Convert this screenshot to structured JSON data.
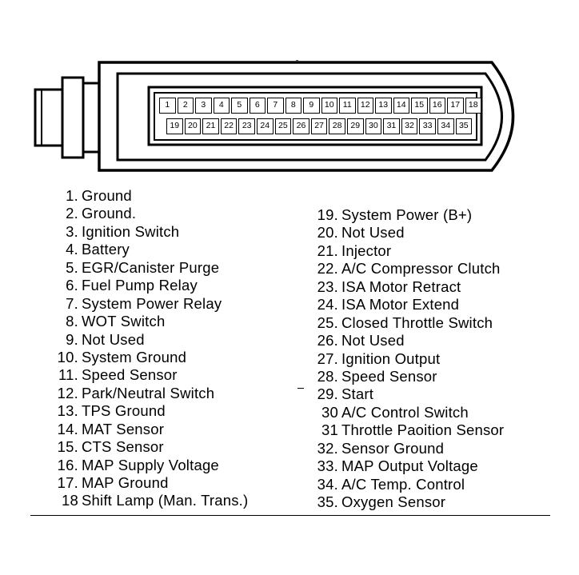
{
  "connector": {
    "top_row_pins": [
      "1",
      "2",
      "3",
      "4",
      "5",
      "6",
      "7",
      "8",
      "9",
      "10",
      "11",
      "12",
      "13",
      "14",
      "15",
      "16",
      "17",
      "18"
    ],
    "bottom_row_pins": [
      "19",
      "20",
      "21",
      "22",
      "23",
      "24",
      "25",
      "26",
      "27",
      "28",
      "29",
      "30",
      "31",
      "32",
      "33",
      "34",
      "35"
    ]
  },
  "legend": {
    "left": [
      {
        "num": "1.",
        "label": "Ground"
      },
      {
        "num": "2.",
        "label": "Ground."
      },
      {
        "num": "3.",
        "label": "Ignition Switch"
      },
      {
        "num": "4.",
        "label": "Battery"
      },
      {
        "num": "5.",
        "label": "EGR/Canister Purge"
      },
      {
        "num": "6.",
        "label": "Fuel Pump Relay"
      },
      {
        "num": "7.",
        "label": "System Power Relay"
      },
      {
        "num": "8.",
        "label": "WOT Switch"
      },
      {
        "num": "9.",
        "label": "Not Used"
      },
      {
        "num": "10.",
        "label": "System Ground"
      },
      {
        "num": "11.",
        "label": "Speed Sensor"
      },
      {
        "num": "12.",
        "label": "Park/Neutral Switch"
      },
      {
        "num": "13.",
        "label": "TPS Ground"
      },
      {
        "num": "14.",
        "label": "MAT Sensor"
      },
      {
        "num": "15.",
        "label": "CTS Sensor"
      },
      {
        "num": "16.",
        "label": "MAP Supply Voltage"
      },
      {
        "num": "17.",
        "label": "MAP Ground"
      },
      {
        "num": "18",
        "label": "Shift Lamp (Man. Trans.)"
      }
    ],
    "right": [
      {
        "num": "19.",
        "label": "System Power (B+)"
      },
      {
        "num": "20.",
        "label": "Not Used"
      },
      {
        "num": "21.",
        "label": "Injector"
      },
      {
        "num": "22.",
        "label": "A/C Compressor Clutch"
      },
      {
        "num": "23.",
        "label": "ISA Motor Retract"
      },
      {
        "num": "24.",
        "label": "ISA Motor Extend"
      },
      {
        "num": "25.",
        "label": "Closed Throttle Switch"
      },
      {
        "num": "26.",
        "label": "Not Used"
      },
      {
        "num": "27.",
        "label": "Ignition Output"
      },
      {
        "num": "28.",
        "label": "Speed Sensor"
      },
      {
        "num": "29.",
        "label": "Start"
      },
      {
        "num": "30",
        "label": "A/C Control Switch"
      },
      {
        "num": "31",
        "label": "Throttle Paoition Sensor"
      },
      {
        "num": "32.",
        "label": "Sensor Ground"
      },
      {
        "num": "33.",
        "label": "MAP Output Voltage"
      },
      {
        "num": "34.",
        "label": "A/C Temp. Control"
      },
      {
        "num": "35.",
        "label": "Oxygen Sensor"
      }
    ]
  }
}
